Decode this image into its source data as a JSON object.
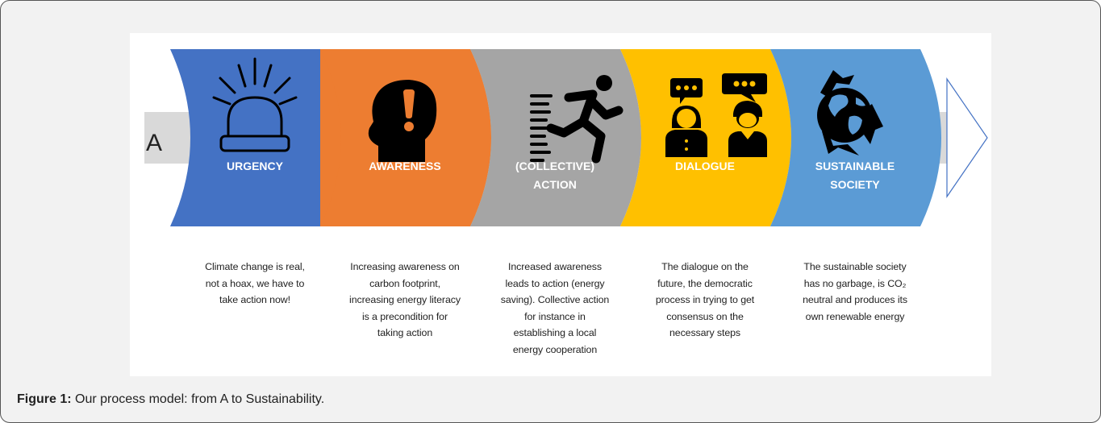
{
  "diagram": {
    "start_label": "A",
    "stages": [
      {
        "title_lines": [
          "URGENCY"
        ],
        "color": "#4472c4",
        "icon": "alarm-light-icon",
        "description": "Climate change is real, not a hoax, we have to take action now!"
      },
      {
        "title_lines": [
          "AWARENESS"
        ],
        "color": "#ed7d31",
        "icon": "head-exclamation-icon",
        "description": "Increasing awareness on carbon footprint, increasing energy literacy is a precondition for taking action"
      },
      {
        "title_lines": [
          "(COLLECTIVE)",
          "ACTION"
        ],
        "color": "#a5a5a5",
        "icon": "running-person-icon",
        "description": "Increased awareness leads to action (energy saving). Collective action for instance in establishing a local energy cooperation"
      },
      {
        "title_lines": [
          "DIALOGUE"
        ],
        "color": "#ffc000",
        "icon": "two-people-speech-icon",
        "description": "The dialogue on the future, the democratic process in trying to get consensus on the necessary steps"
      },
      {
        "title_lines": [
          "SUSTAINABLE",
          "SOCIETY"
        ],
        "color": "#5b9bd5",
        "icon": "globe-recycle-icon",
        "description": "The sustainable society has no garbage, is CO₂ neutral and produces its own renewable energy"
      }
    ]
  },
  "caption": {
    "label": "Figure 1:",
    "text": " Our process model: from A to Sustainability."
  }
}
